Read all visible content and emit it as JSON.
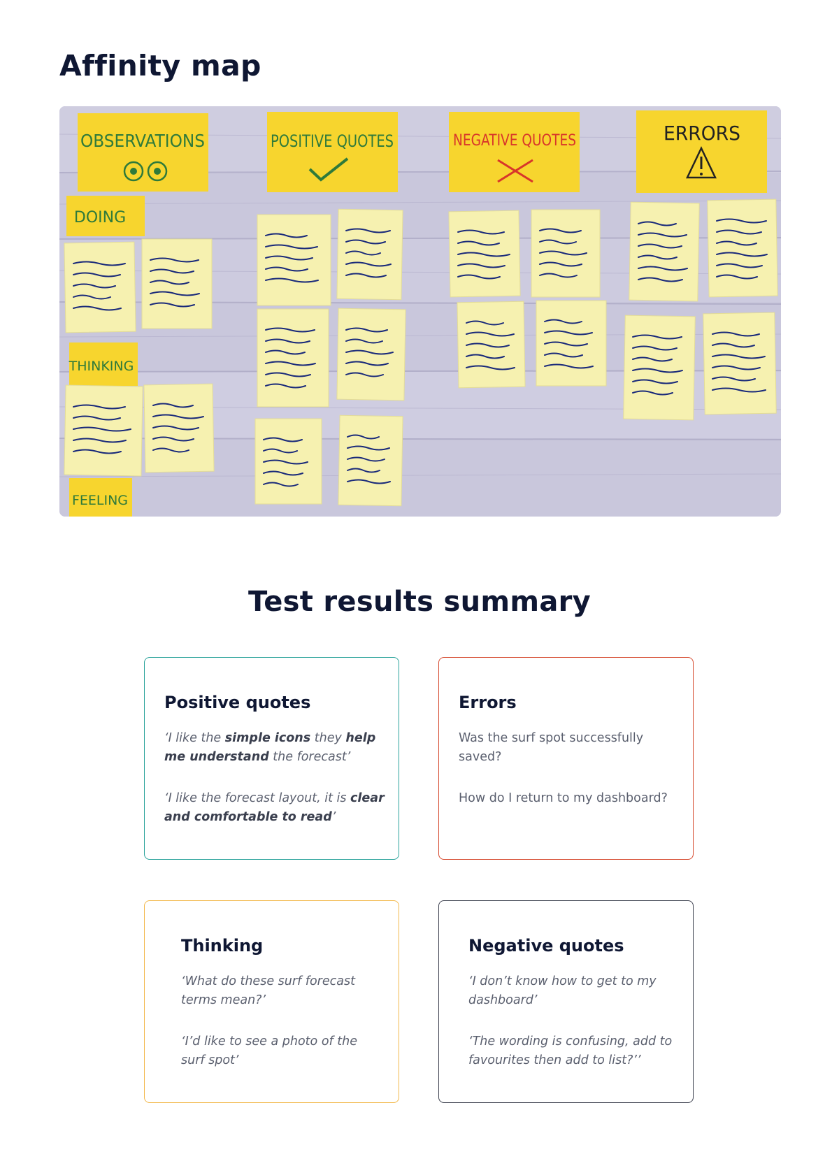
{
  "affinity": {
    "title": "Affinity map",
    "board": {
      "headers": [
        "OBSERVATIONS",
        "POSITIVE QUOTES",
        "NEGATIVE QUOTES",
        "ERRORS"
      ],
      "categories": [
        "DOING",
        "THINKING",
        "FEELING"
      ]
    }
  },
  "summary": {
    "title": "Test results summary",
    "cards": {
      "positive": {
        "title": "Positive quotes",
        "q1": {
          "a": "‘I like the ",
          "b": "simple icons",
          "c": " they ",
          "d": "help me understand",
          "e": " the forecast’"
        },
        "q2": {
          "a": "‘I like the forecast layout, it is ",
          "b": "clear and comfortable to read",
          "c": "’"
        }
      },
      "errors": {
        "title": "Errors",
        "q1": "Was the surf spot successfully saved?",
        "q2": "How do I return to my dashboard?"
      },
      "thinking": {
        "title": "Thinking",
        "q1": "‘What do these surf forecast terms mean?’",
        "q2": "‘I’d like to see a photo of the surf spot’"
      },
      "negative": {
        "title": "Negative quotes",
        "q1": "‘I don’t know how to get to my dashboard’",
        "q2": "‘The wording is confusing, add to favourites then add to list?’’"
      }
    }
  },
  "colors": {
    "heading": "#0f1733",
    "body_text": "#5a5f6e",
    "positive_border": "#2aa39b",
    "errors_border": "#d64a2f",
    "thinking_border": "#f3b84a",
    "negative_border": "#3e4250",
    "yellow_note": "#f7d52e",
    "pale_note": "#f6f1b0",
    "pen_blue": "#1a2a7a"
  }
}
